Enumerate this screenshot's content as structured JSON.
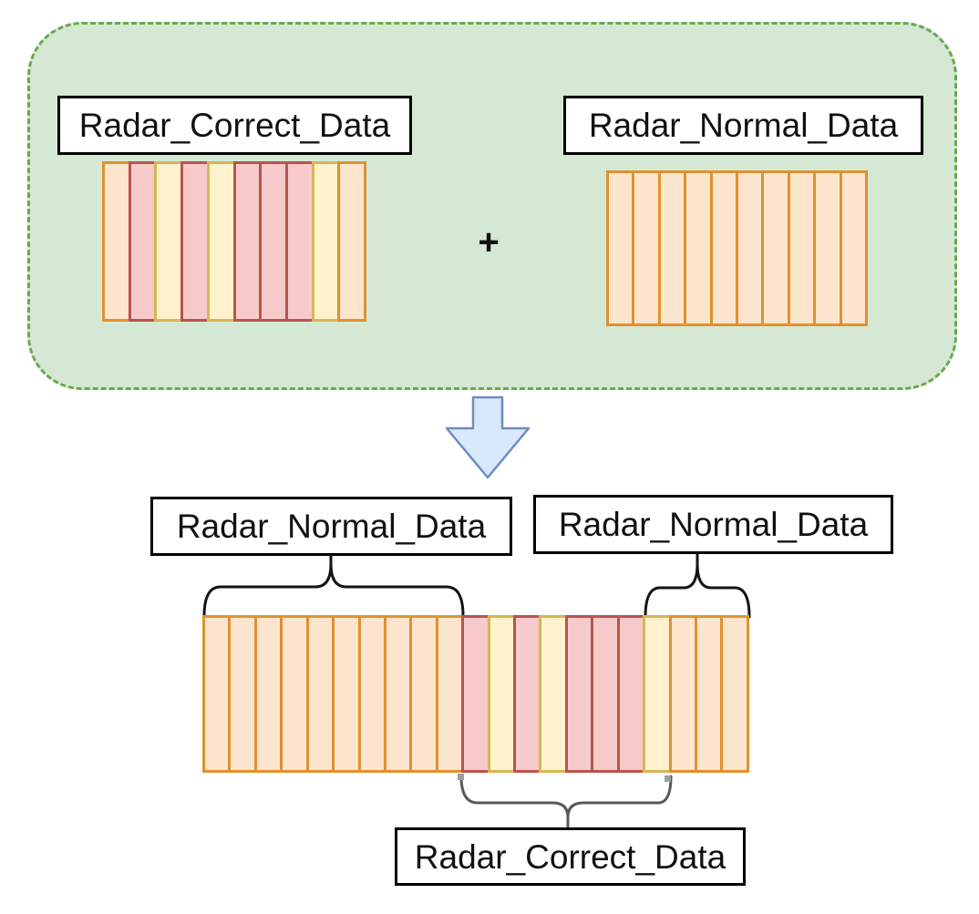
{
  "labels": {
    "top_left": "Radar_Correct_Data",
    "top_right": "Radar_Normal_Data",
    "bottom_left": "Radar_Normal_Data",
    "bottom_right": "Radar_Normal_Data",
    "bottom_center": "Radar_Correct_Data",
    "plus": "+"
  },
  "blocks": {
    "correct_data": {
      "label": "Radar_Correct_Data",
      "stripes": [
        "peach",
        "pink",
        "cream",
        "pink",
        "cream",
        "pink",
        "pink",
        "pink",
        "cream",
        "peach"
      ]
    },
    "normal_data": {
      "label": "Radar_Normal_Data",
      "stripes": [
        "peach",
        "peach",
        "peach",
        "peach",
        "peach",
        "peach",
        "peach",
        "peach",
        "peach",
        "peach"
      ]
    },
    "merged_data": {
      "stripes": [
        "peach",
        "peach",
        "peach",
        "peach",
        "peach",
        "peach",
        "peach",
        "peach",
        "peach",
        "peach",
        "pink",
        "cream",
        "pink",
        "cream",
        "pink",
        "pink",
        "pink",
        "cream",
        "peach",
        "peach",
        "peach"
      ]
    }
  },
  "stripe_colors": {
    "peach": {
      "fill": "#fce5cd",
      "border": "#e0912f"
    },
    "pink": {
      "fill": "#f6caca",
      "border": "#b85450"
    },
    "cream": {
      "fill": "#fff2cc",
      "border": "#d6b656"
    }
  },
  "colors": {
    "background": "#ffffff",
    "container_fill": "#d5e8d4",
    "container_border": "#6aa84f",
    "arrow_fill": "#dae8fc",
    "arrow_border": "#6c8ebf",
    "label_box_border": "#000000",
    "text": "#111111",
    "brace_dark": "#141414",
    "brace_gray": "#595959",
    "handle_gray": "#9e9e9e"
  }
}
